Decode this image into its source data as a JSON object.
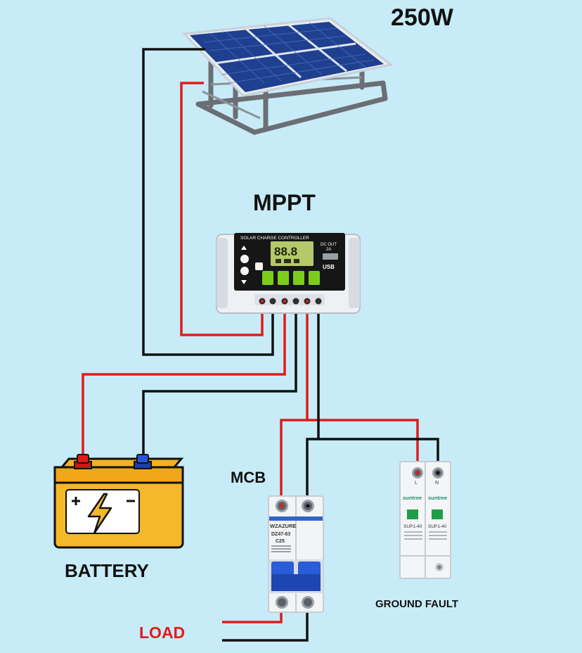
{
  "labels": {
    "panel_power": "250W",
    "controller": "MPPT",
    "breaker": "MCB",
    "battery": "BATTERY",
    "ground_fault": "GROUND FAULT",
    "load": "LOAD"
  },
  "controller_face": {
    "title": "SOLAR CHARGE CONTROLLER",
    "display": "88.8",
    "dc_out": "DC OUT",
    "dc_out_current": "2A",
    "usb": "USB"
  },
  "mcb_face": {
    "brand": "WZAZURE",
    "model": "DZ47-63",
    "rating": "C25"
  },
  "spd_face": {
    "brand": "suntree",
    "model": "SUP1-40",
    "pole_l": "L",
    "pole_n": "N"
  },
  "colors": {
    "background": "#c7ecf8",
    "wire_positive": "#e11b1b",
    "wire_negative": "#111111",
    "load_label": "#e11b1b"
  }
}
